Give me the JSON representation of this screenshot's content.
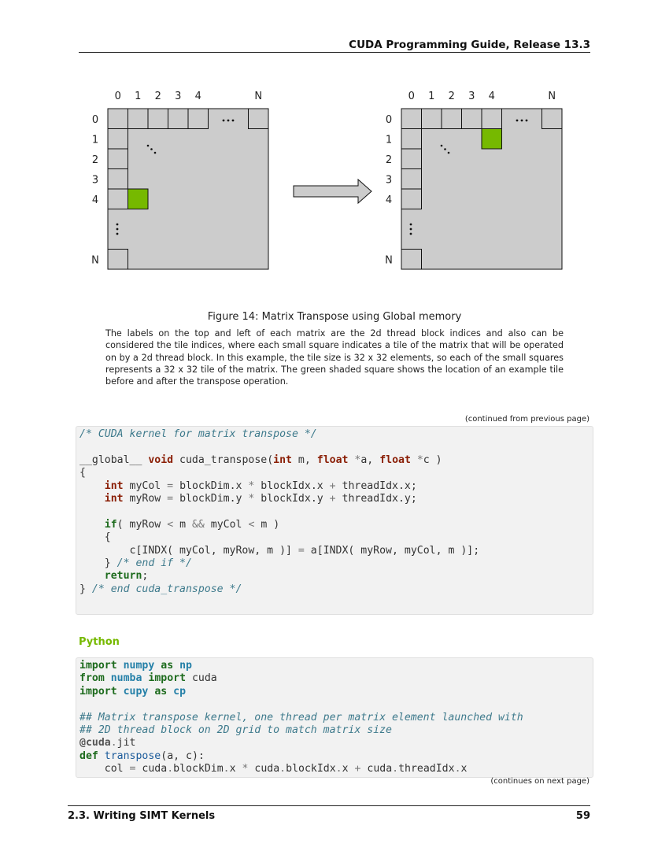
{
  "header": {
    "title": "CUDA Programming Guide, Release 13.3"
  },
  "figure": {
    "labels": [
      "0",
      "1",
      "2",
      "3",
      "4",
      "N"
    ],
    "row_labels": [
      "0",
      "1",
      "2",
      "3",
      "4",
      "N"
    ],
    "highlight_color": "#76b900",
    "grid_color": "#cccccc",
    "before": {
      "highlight": {
        "row": 4,
        "col": 1
      }
    },
    "after": {
      "highlight": {
        "row": 1,
        "col": 4
      }
    }
  },
  "caption": {
    "title": "Figure 14: Matrix Transpose using Global memory",
    "body": "The labels on the top and left of each matrix are the 2d thread block indices and also can be considered the tile indices, where each small square indicates a tile of the matrix that will be operated on by a 2d thread block. In this example, the tile size is 32 x 32 elements, so each of the small squares represents a 32 x 32 tile of the matrix.  The green shaded square shows the location of an example tile before and after the transpose operation."
  },
  "continued_from": "(continued from previous page)",
  "continues_on": "(continues on next page)",
  "cuda_code": [
    [
      [
        "cm",
        "/* CUDA kernel for matrix transpose */"
      ]
    ],
    [],
    [
      [
        "",
        "__global__ "
      ],
      [
        "kw",
        "void"
      ],
      [
        "",
        " cuda_transpose("
      ],
      [
        "kw",
        "int"
      ],
      [
        "",
        " m, "
      ],
      [
        "kw",
        "float"
      ],
      [
        "",
        " "
      ],
      [
        "op",
        "*"
      ],
      [
        "",
        "a, "
      ],
      [
        "kw",
        "float"
      ],
      [
        "",
        " "
      ],
      [
        "op",
        "*"
      ],
      [
        "",
        "c )"
      ]
    ],
    [
      [
        "",
        "{"
      ]
    ],
    [
      [
        "",
        "    "
      ],
      [
        "kw",
        "int"
      ],
      [
        "",
        " myCol "
      ],
      [
        "op",
        "="
      ],
      [
        "",
        " blockDim.x "
      ],
      [
        "op",
        "*"
      ],
      [
        "",
        " blockIdx.x "
      ],
      [
        "op",
        "+"
      ],
      [
        "",
        " threadIdx.x;"
      ]
    ],
    [
      [
        "",
        "    "
      ],
      [
        "kw",
        "int"
      ],
      [
        "",
        " myRow "
      ],
      [
        "op",
        "="
      ],
      [
        "",
        " blockDim.y "
      ],
      [
        "op",
        "*"
      ],
      [
        "",
        " blockIdx.y "
      ],
      [
        "op",
        "+"
      ],
      [
        "",
        " threadIdx.y;"
      ]
    ],
    [],
    [
      [
        "",
        "    "
      ],
      [
        "kg",
        "if"
      ],
      [
        "",
        "( myRow "
      ],
      [
        "op",
        "<"
      ],
      [
        "",
        " m "
      ],
      [
        "op",
        "&&"
      ],
      [
        "",
        " myCol "
      ],
      [
        "op",
        "<"
      ],
      [
        "",
        " m )"
      ]
    ],
    [
      [
        "",
        "    {"
      ]
    ],
    [
      [
        "",
        "        c[INDX( myCol, myRow, m )] "
      ],
      [
        "op",
        "="
      ],
      [
        "",
        " a[INDX( myRow, myCol, m )];"
      ]
    ],
    [
      [
        "",
        "    } "
      ],
      [
        "cm",
        "/* end if */"
      ]
    ],
    [
      [
        "",
        "    "
      ],
      [
        "kg",
        "return"
      ],
      [
        "",
        ";"
      ]
    ],
    [
      [
        "",
        "} "
      ],
      [
        "cm",
        "/* end cuda_transpose */"
      ]
    ]
  ],
  "python_label": "Python",
  "python_code": [
    [
      [
        "kg",
        "import"
      ],
      [
        "",
        " "
      ],
      [
        "nb",
        "numpy"
      ],
      [
        "",
        " "
      ],
      [
        "kg",
        "as"
      ],
      [
        "",
        " "
      ],
      [
        "nb",
        "np"
      ]
    ],
    [
      [
        "kg",
        "from"
      ],
      [
        "",
        " "
      ],
      [
        "nb",
        "numba"
      ],
      [
        "",
        " "
      ],
      [
        "kg",
        "import"
      ],
      [
        "",
        " cuda"
      ]
    ],
    [
      [
        "kg",
        "import"
      ],
      [
        "",
        " "
      ],
      [
        "nb",
        "cupy"
      ],
      [
        "",
        " "
      ],
      [
        "kg",
        "as"
      ],
      [
        "",
        " "
      ],
      [
        "nb",
        "cp"
      ]
    ],
    [],
    [
      [
        "cm",
        "## Matrix transpose kernel, one thread per matrix element launched with"
      ]
    ],
    [
      [
        "cm",
        "## 2D thread block on 2D grid to match matrix size"
      ]
    ],
    [
      [
        "dec",
        "@cuda"
      ],
      [
        "op",
        "."
      ],
      [
        "",
        "jit"
      ]
    ],
    [
      [
        "kg",
        "def"
      ],
      [
        "",
        " "
      ],
      [
        "fn",
        "transpose"
      ],
      [
        "",
        "(a, c):"
      ]
    ],
    [
      [
        "",
        "    col "
      ],
      [
        "op",
        "="
      ],
      [
        "",
        " cuda"
      ],
      [
        "op",
        "."
      ],
      [
        "",
        "blockDim"
      ],
      [
        "op",
        "."
      ],
      [
        "",
        "x "
      ],
      [
        "op",
        "*"
      ],
      [
        "",
        " cuda"
      ],
      [
        "op",
        "."
      ],
      [
        "",
        "blockIdx"
      ],
      [
        "op",
        "."
      ],
      [
        "",
        "x "
      ],
      [
        "op",
        "+"
      ],
      [
        "",
        " cuda"
      ],
      [
        "op",
        "."
      ],
      [
        "",
        "threadIdx"
      ],
      [
        "op",
        "."
      ],
      [
        "",
        "x"
      ]
    ]
  ],
  "footer": {
    "section": "2.3.  Writing SIMT Kernels",
    "page": "59"
  }
}
